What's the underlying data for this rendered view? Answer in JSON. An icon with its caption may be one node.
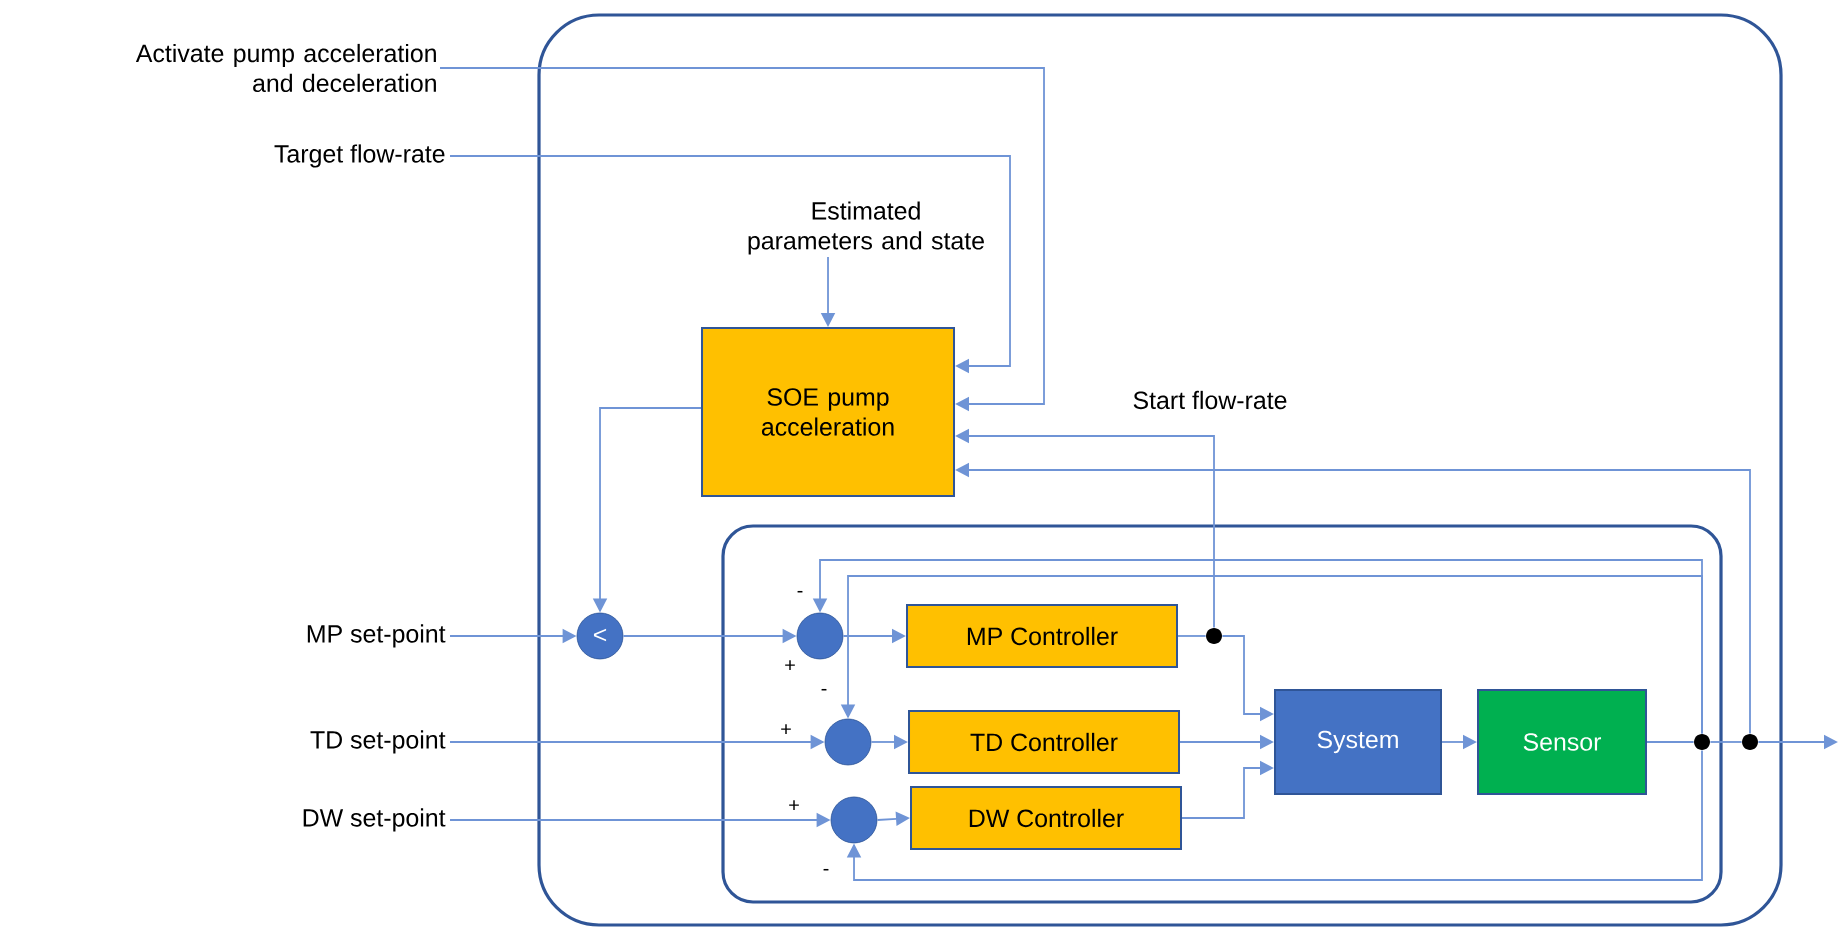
{
  "diagram": {
    "nodes": [
      {
        "text": [],
        "shape": "box"
      },
      {
        "text": [],
        "shape": "box",
        "in": 0
      },
      {
        "text": [
          "Activate pump acceleration and deceleration"
        ]
      },
      {
        "text": [
          "Target flow-rate"
        ]
      },
      {
        "text": [
          "Estimated parameters and state"
        ],
        "in": 0
      },
      {
        "text": [
          "SOE pump acceleration"
        ],
        "in": 0
      },
      {
        "text": [
          "MP set-point"
        ]
      },
      {
        "text": [
          "TD set-point"
        ]
      },
      {
        "text": [
          "DW set-point"
        ]
      },
      {
        "text": [
          "<"
        ],
        "in": 0
      },
      {
        "text": [],
        "shape": "circle",
        "in": 1
      },
      {
        "text": [],
        "shape": "circle",
        "in": 1
      },
      {
        "text": [],
        "shape": "circle",
        "in": 1
      },
      {
        "text": [
          "MP Controller"
        ],
        "in": 1
      },
      {
        "text": [
          "TD Controller"
        ],
        "in": 1
      },
      {
        "text": [
          "DW Controller"
        ],
        "in": 1
      },
      {
        "text": [
          "System"
        ],
        "in": 1
      },
      {
        "text": [
          "Sensor"
        ],
        "in": 1
      },
      {
        "text": [],
        "shape": "circle",
        "in": 1
      },
      {
        "text": [],
        "shape": "circle",
        "in": 1
      },
      {
        "text": [],
        "shape": "circle",
        "in": 0
      }
    ],
    "edges": [
      {
        "from": 2,
        "to": 5,
        "arrow": "to"
      },
      {
        "from": 3,
        "to": 5,
        "arrow": "to"
      },
      {
        "from": 4,
        "to": 5,
        "arrow": "to"
      },
      {
        "from": 5,
        "to": 9,
        "arrow": "to"
      },
      {
        "from": 6,
        "to": 9,
        "arrow": "to"
      },
      {
        "from": 9,
        "to": 10,
        "arrow": "to"
      },
      {
        "from": 10,
        "to": 13,
        "arrow": "to"
      },
      {
        "from": 7,
        "to": 11,
        "arrow": "to"
      },
      {
        "from": 11,
        "to": 14,
        "arrow": "to"
      },
      {
        "from": 8,
        "to": 12,
        "arrow": "to"
      },
      {
        "from": 12,
        "to": 15,
        "arrow": "to"
      },
      {
        "from": 13,
        "to": 18,
        "arrow": "none"
      },
      {
        "from": 18,
        "to": 16,
        "arrow": "to"
      },
      {
        "from": 14,
        "to": 16,
        "arrow": "to"
      },
      {
        "from": 15,
        "to": 16,
        "arrow": "to"
      },
      {
        "from": 16,
        "to": 17,
        "arrow": "to"
      },
      {
        "from": 17,
        "to": 19,
        "arrow": "none"
      },
      {
        "from": 19,
        "to": 20,
        "arrow": "none"
      },
      {
        "from": 20,
        "to": null,
        "arrow": "to"
      },
      {
        "from": 18,
        "to": 5,
        "arrow": "to",
        "label": "Start flow-rate"
      },
      {
        "from": 20,
        "to": 5,
        "arrow": "to"
      },
      {
        "from": 19,
        "to": 10,
        "arrow": "to"
      },
      {
        "from": 19,
        "to": 11,
        "arrow": "to"
      },
      {
        "from": 19,
        "to": 12,
        "arrow": "to"
      }
    ],
    "labels": [
      "-",
      "+",
      "-",
      "+",
      "+",
      "-"
    ]
  }
}
